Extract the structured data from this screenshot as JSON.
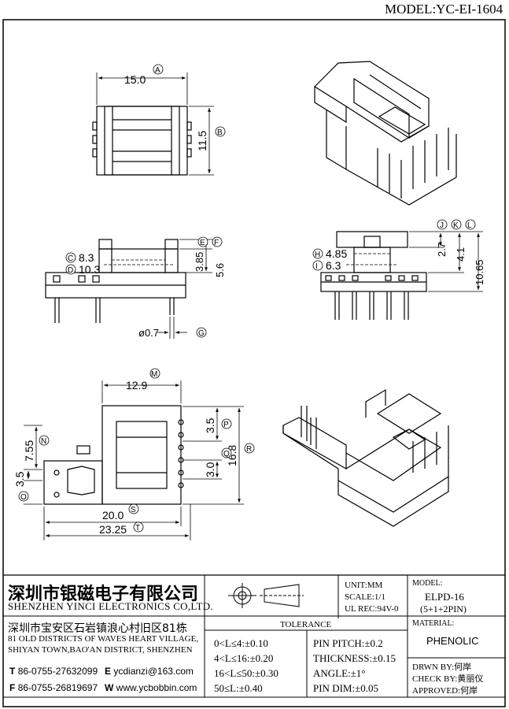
{
  "model_header": {
    "label": "MODEL:",
    "value": "YC-EI-1604"
  },
  "dimensions": {
    "top_width": "15.0",
    "top_height": "11.5",
    "front_c": "8.3",
    "front_d": "10.3",
    "front_e": "3.85",
    "front_f": "5.6",
    "pin_dia": "ø0.7",
    "side_h": "4.85",
    "side_i": "6.3",
    "side_j": "2.7",
    "side_k": "4.1",
    "side_l": "10.65",
    "bottom_m": "12.9",
    "bottom_n": "7.55",
    "bottom_o": "3.5",
    "bottom_p": "3.5",
    "bottom_q": "3.0",
    "bottom_r": "16.8",
    "bottom_s": "20.0",
    "bottom_t": "23.25"
  },
  "callouts": [
    "A",
    "B",
    "C",
    "D",
    "E",
    "F",
    "G",
    "H",
    "I",
    "J",
    "K",
    "L",
    "M",
    "N",
    "O",
    "P",
    "Q",
    "R",
    "S",
    "T"
  ],
  "company": {
    "name_cn": "深圳市银磁电子有限公司",
    "name_en": "SHENZHEN YINCI ELECTRONICS CO,LTD.",
    "address_cn": "深圳市宝安区石岩镇浪心村旧区81栋",
    "address_en_1": "81 OLD DISTRICTS OF WAVES HEART VILLAGE,",
    "address_en_2": "SHIYAN TOWN,BAO'AN DISTRICT, SHENZHEN",
    "tel_label": "T",
    "tel": "86-0755-27632099",
    "email_label": "E",
    "email": "ycdianzi@163.com",
    "fax_label": "F",
    "fax": "86-0755-26819697",
    "web_label": "W",
    "web": "www.ycbobbin.com"
  },
  "specs": {
    "unit": "UNIT:MM",
    "scale": "SCALE:1/1",
    "ul_rec": "UL REC:94V-0"
  },
  "tolerance": {
    "title": "TOLERANCE",
    "rows": [
      "0<L≤4:±0.10",
      "4<L≤16:±0.20",
      "16<L≤50:±0.30",
      "50≤L:±0.40"
    ],
    "right_rows": [
      "PIN PITCH:±0.2",
      "THICKNESS:±0.15",
      "ANGLE:±1°",
      "PIN DIM:±0.05"
    ]
  },
  "model_box": {
    "label": "MODEL:",
    "line1": "ELPD-16",
    "line2": "(5+1+2PIN)"
  },
  "material_box": {
    "label": "MATERIAL:",
    "value": "PHENOLIC"
  },
  "approval": {
    "drawn_label": "DRWN BY:",
    "drawn": "何岸",
    "check_label": "CHECK BY:",
    "check": "黄丽仪",
    "approved_label": "APPROVED:",
    "approved": "何岸"
  }
}
